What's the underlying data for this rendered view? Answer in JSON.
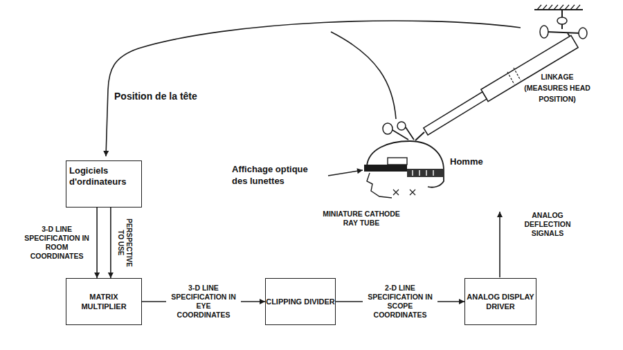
{
  "diagram": {
    "nodes": [
      {
        "text": [
          "Logiciels d'ordinateurs"
        ]
      },
      {
        "text": [
          "MATRIX MULTIPLIER"
        ]
      },
      {
        "text": [
          "CLIPPING DIVIDER"
        ]
      },
      {
        "text": [
          "ANALOG DISPLAY DRIVER"
        ]
      }
    ],
    "edges": [
      {
        "from": 0,
        "to": 1,
        "arrow": "to",
        "label": "3-D LINE SPECIFICATION IN ROOM COORDINATES"
      },
      {
        "from": 0,
        "to": 1,
        "arrow": "to",
        "label": "PERSPECTIVE TO USE"
      },
      {
        "from": 1,
        "to": 2,
        "arrow": "to",
        "label": "3-D LINE SPECIFICATION IN EYE COORDINATES"
      },
      {
        "from": 2,
        "to": 3,
        "arrow": "to",
        "label": "2-D LINE SPECIFICATION IN SCOPE COORDINATES"
      }
    ],
    "labels": [
      "Position de la tête",
      "LINKAGE (MEASURES HEAD POSITION)",
      "Homme",
      "Affichage optique des lunettes",
      "MINIATURE CATHODE RAY TUBE",
      "ANALOG DEFLECTION SIGNALS"
    ]
  }
}
